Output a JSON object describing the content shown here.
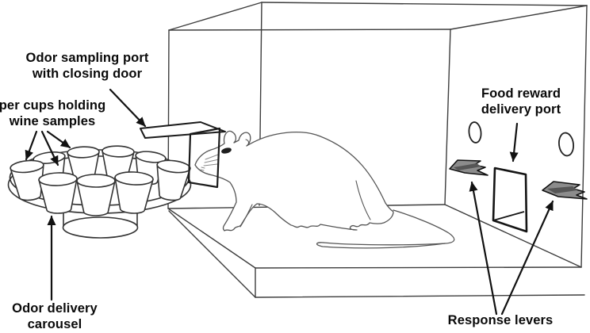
{
  "figure": {
    "title_implicit": "Rat odor-discrimination operant chamber diagram",
    "labels": {
      "odor_sampling_port": {
        "line1": "Odor sampling port",
        "line2": "with closing door"
      },
      "paper_cups": {
        "line1": "per cups holding",
        "line2": "wine samples"
      },
      "odor_carousel": {
        "line1": "Odor delivery",
        "line2": "carousel"
      },
      "food_reward": {
        "line1": "Food reward",
        "line2": "delivery port"
      },
      "response_levers": {
        "line1": "Response levers"
      }
    },
    "colors": {
      "background": "#ffffff",
      "chamber_line": "#3d3d3d",
      "sketch_line": "#555555",
      "label_text": "#0a0a0a",
      "arrow": "#111111",
      "lever_fill": "#8c8c8c",
      "lever_shade": "#565656"
    },
    "counts": {
      "visible_paper_cups": 9,
      "response_levers": 2,
      "wall_holes": 2
    }
  }
}
